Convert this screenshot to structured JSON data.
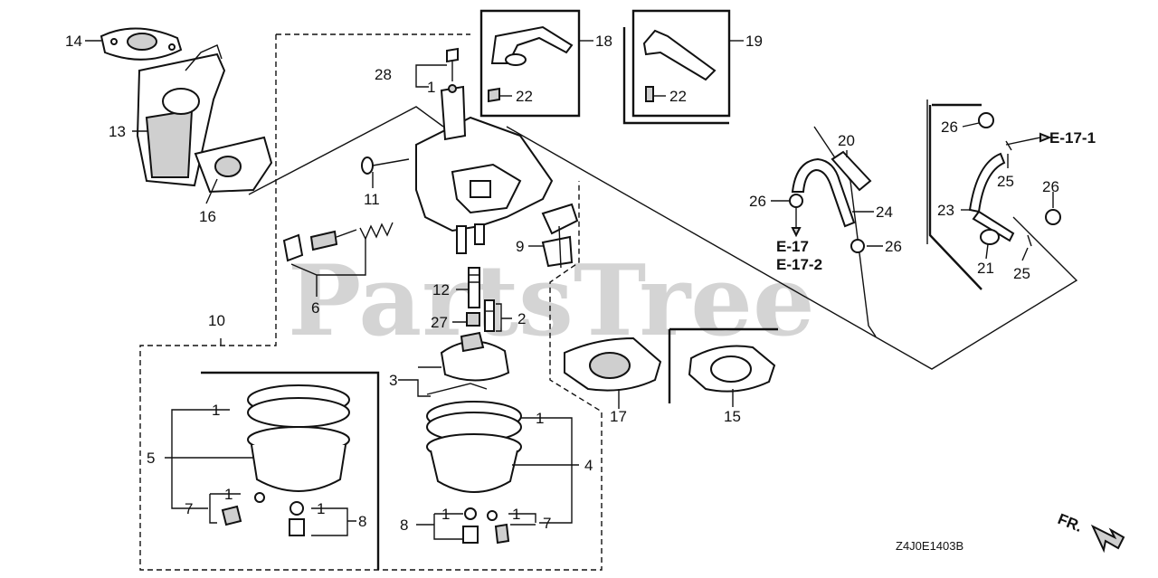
{
  "watermark": "PartsTree",
  "diagram_code": "Z4J0E1403B",
  "front_marker": "FR.",
  "references": {
    "e17_1": "E-17-1",
    "e17": "E-17",
    "e17_2": "E-17-2"
  },
  "callouts": {
    "p1a": "1",
    "p1b": "1",
    "p1c": "1",
    "p1d": "1",
    "p1e": "1",
    "p1f": "1",
    "p1g": "1",
    "p2": "2",
    "p3": "3",
    "p4": "4",
    "p5": "5",
    "p6": "6",
    "p7a": "7",
    "p7b": "7",
    "p8a": "8",
    "p8b": "8",
    "p9": "9",
    "p10": "10",
    "p11": "11",
    "p12": "12",
    "p13": "13",
    "p14": "14",
    "p15": "15",
    "p16": "16",
    "p17": "17",
    "p18": "18",
    "p19": "19",
    "p20": "20",
    "p21": "21",
    "p22a": "22",
    "p22b": "22",
    "p23": "23",
    "p24": "24",
    "p25a": "25",
    "p25b": "25",
    "p26a": "26",
    "p26b": "26",
    "p26c": "26",
    "p26d": "26",
    "p27": "27",
    "p28": "28"
  }
}
